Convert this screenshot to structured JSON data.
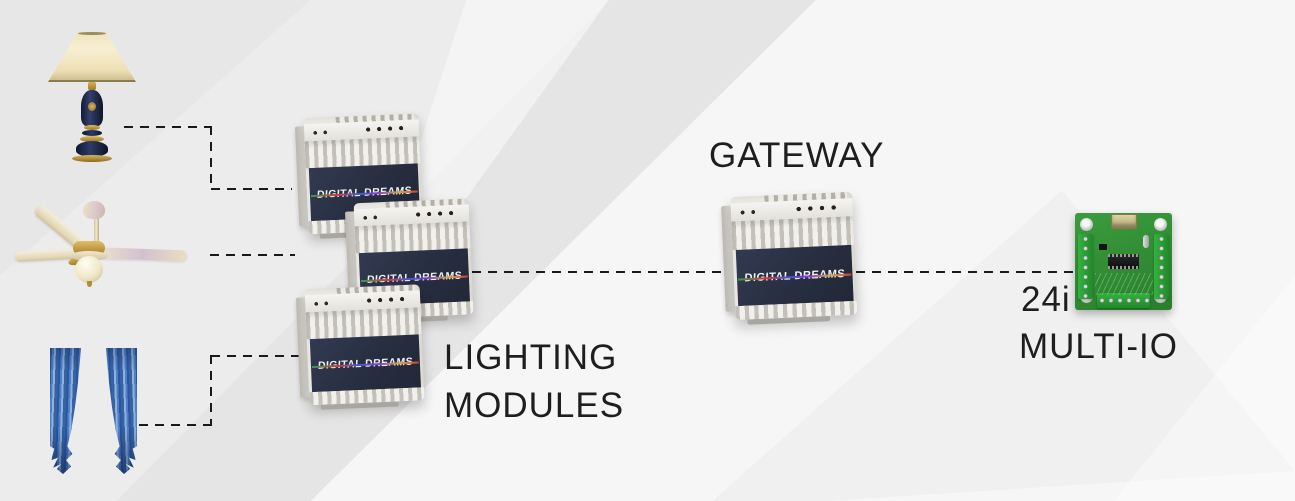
{
  "diagram": {
    "type": "home-automation-system-diagram",
    "brand": "DIGITAL DREAMS",
    "labels": {
      "gateway": "GATEWAY",
      "lighting_line1": "LIGHTING",
      "lighting_line2": "MODULES",
      "multi_io_line1": "24i",
      "multi_io_line2": "MULTI-IO"
    },
    "nodes": {
      "inputs": [
        "table-lamp",
        "ceiling-fan",
        "curtains"
      ],
      "lighting_module_count": 3,
      "gateway_module_count": 1,
      "io_board": "24i MULTI-IO"
    },
    "connections": [
      "table-lamp to lighting-modules",
      "ceiling-fan to lighting-modules",
      "curtains to lighting-modules",
      "lighting-modules to gateway",
      "gateway to multi-io-board"
    ],
    "colors": {
      "background": "#ececec",
      "dash_line": "#1a1a1a",
      "module_body": "#e9e7e2",
      "module_face": "#272e40",
      "pcb_green": "#2f9233",
      "curtain_blue": "#3e70b8",
      "lamp_shade_cream": "#f2e8c9",
      "text": "#1e1e1e"
    }
  }
}
